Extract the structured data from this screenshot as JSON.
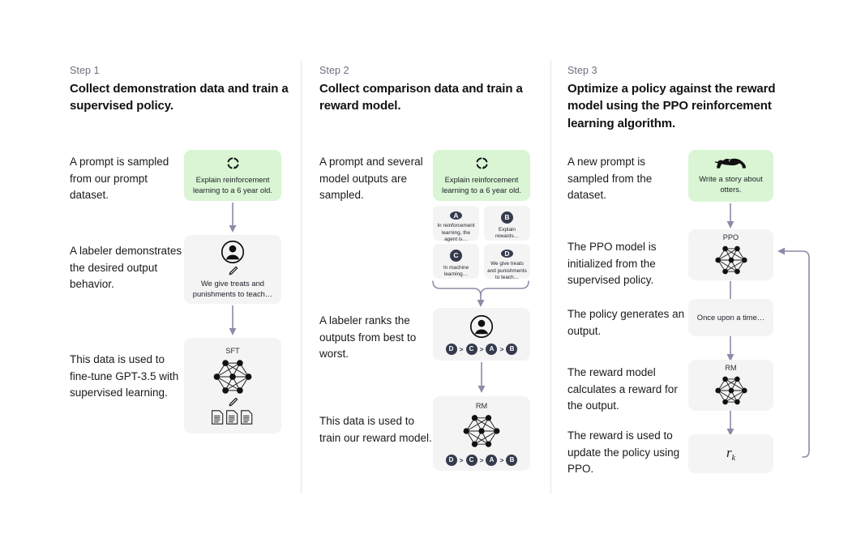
{
  "diagram": {
    "title": "RLHF three-step training diagram",
    "accent_green": "#d9f5d3",
    "card_gray": "#f4f4f4",
    "badge_navy": "#353a4d",
    "arrow_color": "#8b8ba7"
  },
  "step1": {
    "label": "Step 1",
    "title": "Collect demonstration data and train a supervised policy.",
    "desc1": "A prompt is sampled from our prompt dataset.",
    "desc2": "A labeler demonstrates the desired output behavior.",
    "desc3": "This data is used to fine-tune GPT-3.5 with supervised learning.",
    "prompt_card": {
      "text": "Explain reinforcement learning to a 6 year old.",
      "icon": "cycle-icon"
    },
    "labeler_card": {
      "text": "We give treats and punishments to teach…",
      "icon": "person-icon",
      "edit_icon": "pencil-icon"
    },
    "sft_card": {
      "title": "SFT",
      "icon": "neural-net-icon",
      "edit_icon": "pencil-icon",
      "docs_icon": "documents-icon"
    }
  },
  "step2": {
    "label": "Step 2",
    "title": "Collect comparison data and train a reward model.",
    "desc1": "A prompt and several model outputs are sampled.",
    "desc2": "A labeler ranks the outputs from best to worst.",
    "desc3": "This data is used to train our reward model.",
    "prompt_card": {
      "text": "Explain reinforcement learning to a 6 year old.",
      "icon": "cycle-icon"
    },
    "options": [
      {
        "letter": "A",
        "text": "In reinforcement learning, the agent is…"
      },
      {
        "letter": "B",
        "text": "Explain rewards…"
      },
      {
        "letter": "C",
        "text": "In machine learning…"
      },
      {
        "letter": "D",
        "text": "We give treats and punishments to teach…"
      }
    ],
    "rank_card": {
      "icon": "person-icon",
      "ranking": [
        "D",
        "C",
        "A",
        "B"
      ],
      "separator": ">"
    },
    "rm_card": {
      "title": "RM",
      "icon": "neural-net-icon",
      "ranking": [
        "D",
        "C",
        "A",
        "B"
      ],
      "separator": ">"
    }
  },
  "step3": {
    "label": "Step 3",
    "title": "Optimize a policy against the reward model using the PPO reinforcement learning algorithm.",
    "desc1": "A new prompt is sampled from the dataset.",
    "desc2": "The PPO model is initialized from the supervised policy.",
    "desc3": "The policy generates an output.",
    "desc4": "The reward model calculates a reward for the output.",
    "desc5": "The reward is used to update the policy using PPO.",
    "prompt_card": {
      "text": "Write a story about otters.",
      "icon": "otter-icon"
    },
    "ppo_card": {
      "title": "PPO",
      "icon": "neural-net-icon"
    },
    "output_card": {
      "text": "Once upon a time…"
    },
    "rm_card": {
      "title": "RM",
      "icon": "neural-net-icon"
    },
    "reward_card": {
      "symbol": "r",
      "subscript": "k"
    }
  }
}
